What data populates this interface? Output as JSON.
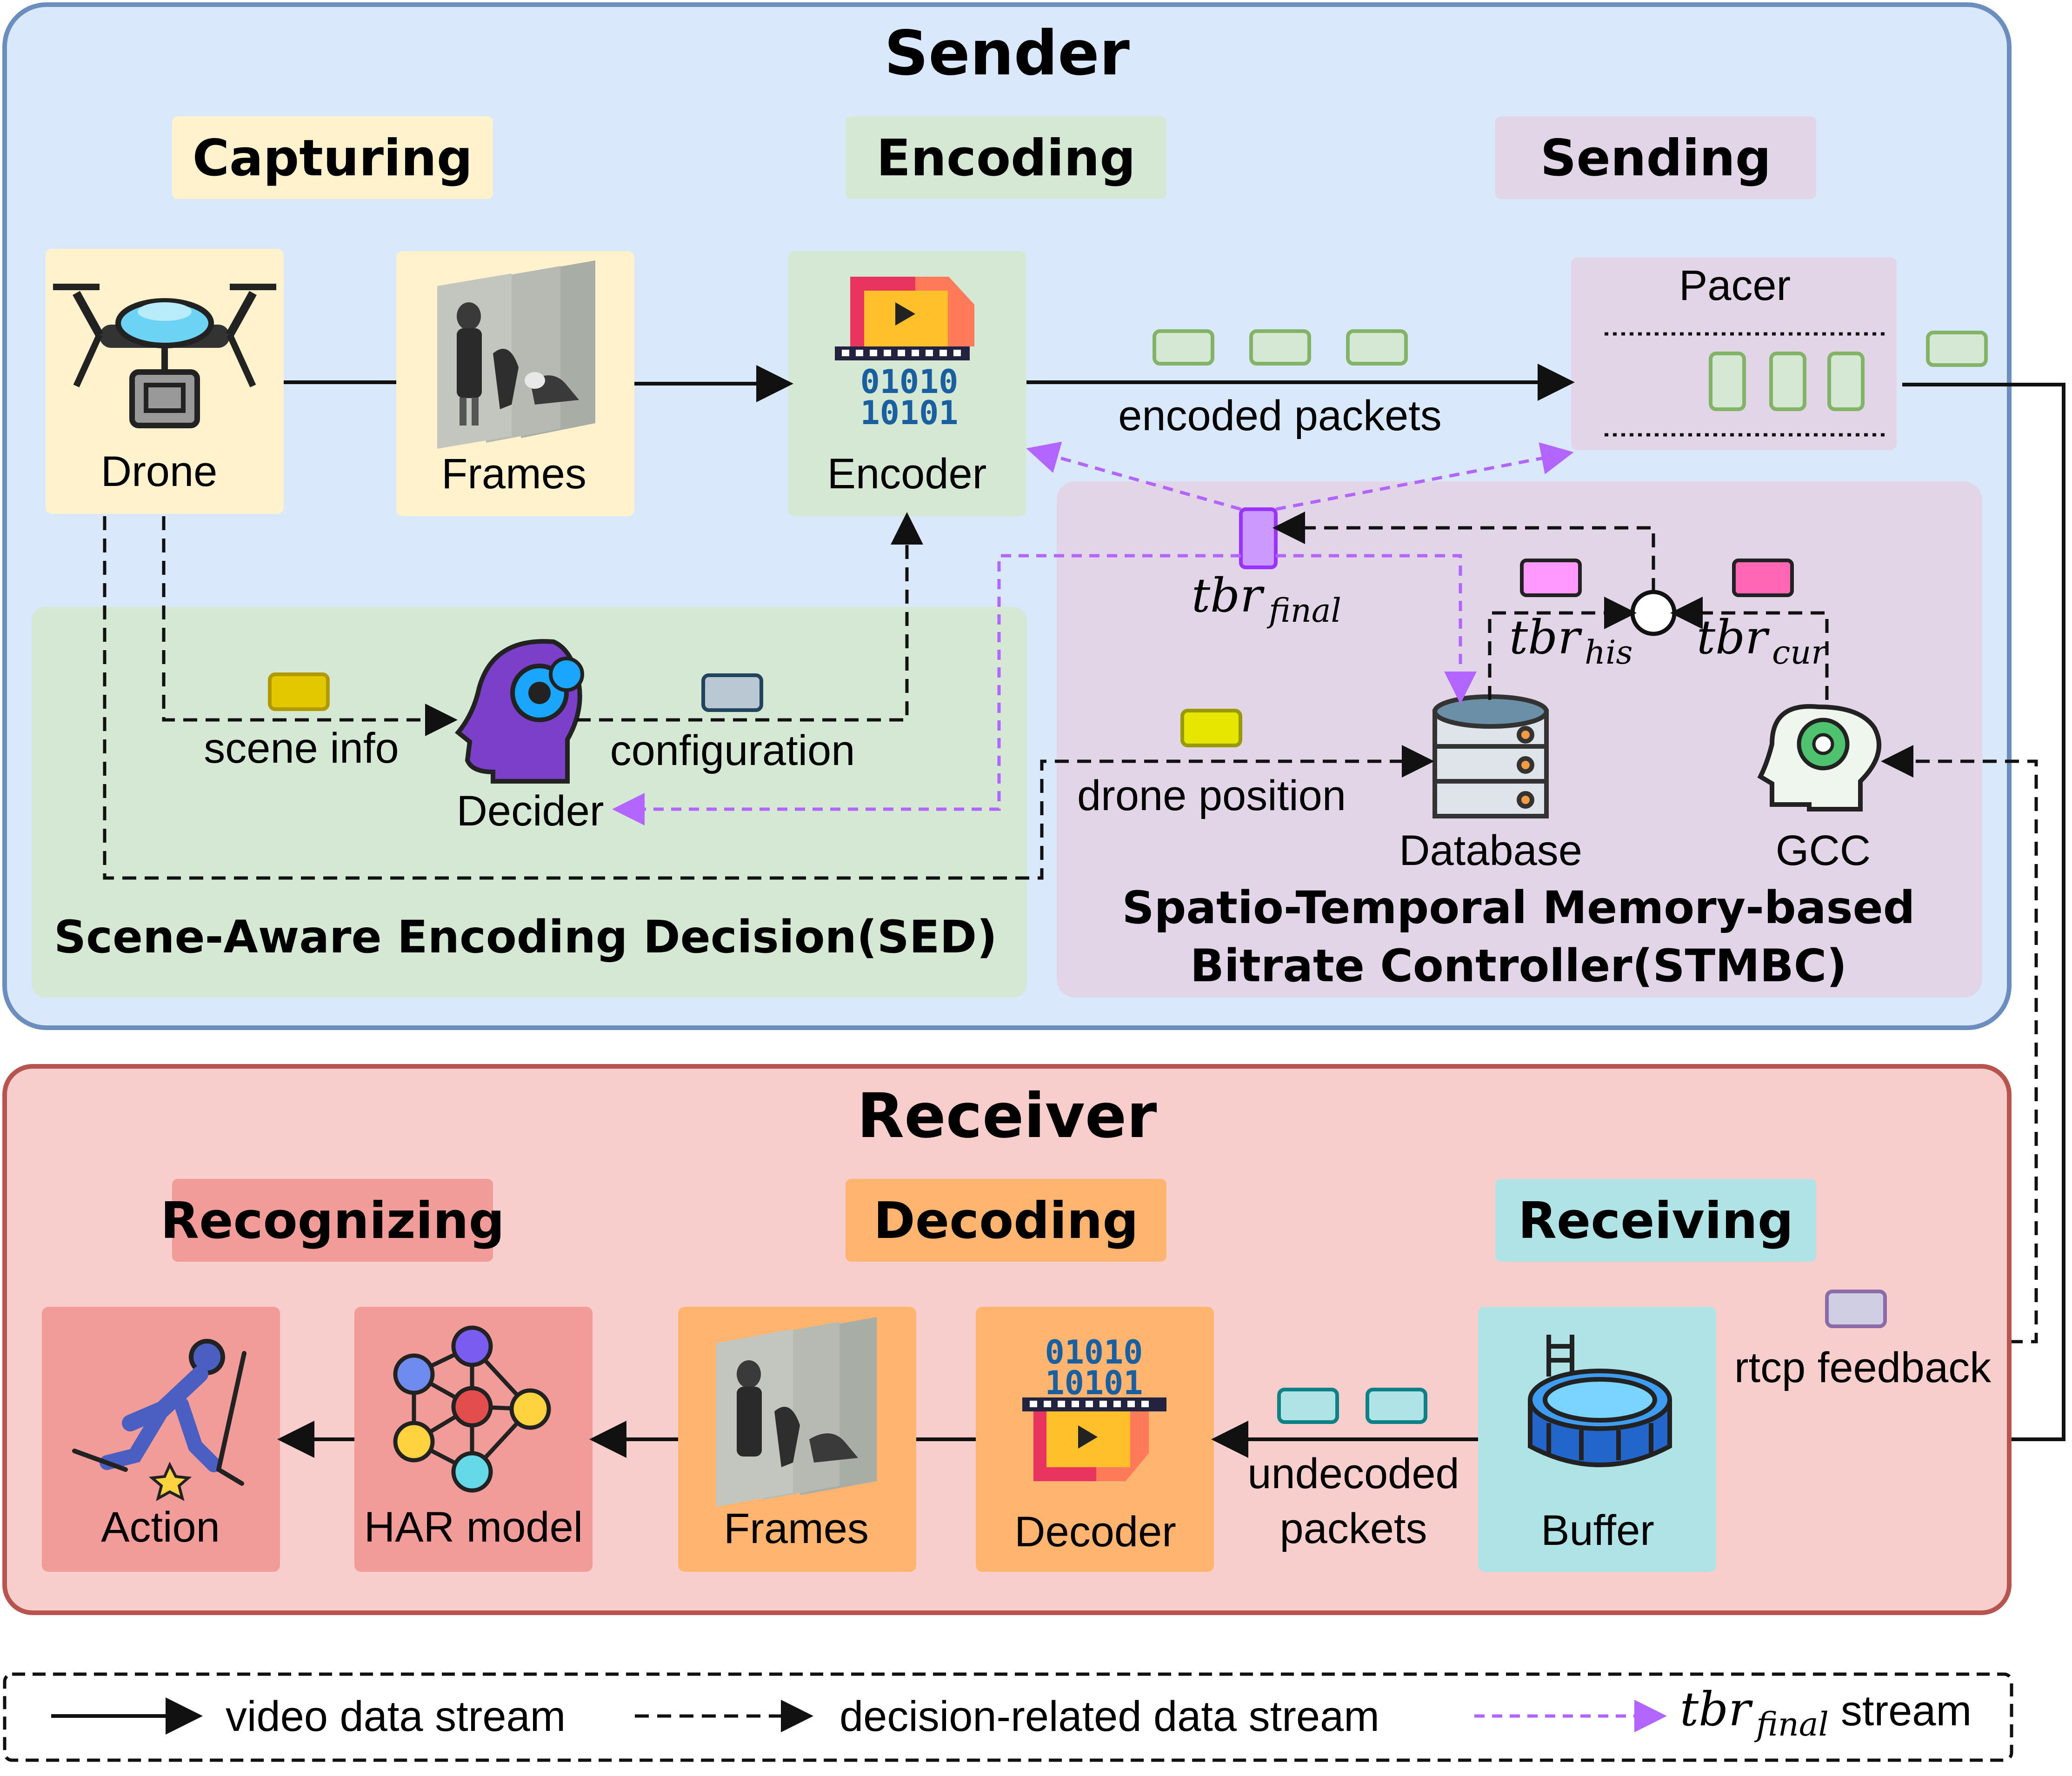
{
  "colors": {
    "sender_bg": "#dae8fc",
    "sender_border": "#6c8ebf",
    "receiver_bg": "#f8cecc",
    "receiver_border": "#b85450",
    "capturing": "#fff2cc",
    "encoding": "#d5e8d4",
    "sending": "#e1d5e7",
    "recognizing": "#f19c99",
    "decoding": "#ffb570",
    "receiving": "#b0e3e6",
    "tbr_arrow": "#b266ff",
    "packet_green": "#97d077"
  },
  "sender": {
    "title": "Sender",
    "stages": {
      "capturing": "Capturing",
      "encoding": "Encoding",
      "sending": "Sending"
    },
    "nodes": {
      "drone": "Drone",
      "frames": "Frames",
      "encoder": "Encoder",
      "pacer": "Pacer"
    },
    "edges": {
      "encoded_packets": "encoded packets"
    },
    "sed": {
      "title": "Scene-Aware Encoding Decision(SED)",
      "decider": "Decider",
      "scene_info": "scene info",
      "configuration": "configuration"
    },
    "stmbc": {
      "title_line1": "Spatio-Temporal Memory-based",
      "title_line2": "Bitrate Controller(STMBC)",
      "database": "Database",
      "gcc": "GCC",
      "drone_position": "drone position",
      "tbr": "tbr",
      "final_sub": "final",
      "his_sub": "his",
      "cur_sub": "cur"
    }
  },
  "receiver": {
    "title": "Receiver",
    "stages": {
      "recognizing": "Recognizing",
      "decoding": "Decoding",
      "receiving": "Receiving"
    },
    "nodes": {
      "action": "Action",
      "har_model": "HAR model",
      "frames": "Frames",
      "decoder": "Decoder",
      "buffer": "Buffer"
    },
    "edges": {
      "undecoded_line1": "undecoded",
      "undecoded_line2": "packets",
      "rtcp_feedback": "rtcp feedback"
    }
  },
  "legend": {
    "video": "video data stream",
    "decision": "decision-related data stream",
    "tbr": "tbr",
    "tbr_sub": "final",
    "tbr_suffix": "stream"
  }
}
